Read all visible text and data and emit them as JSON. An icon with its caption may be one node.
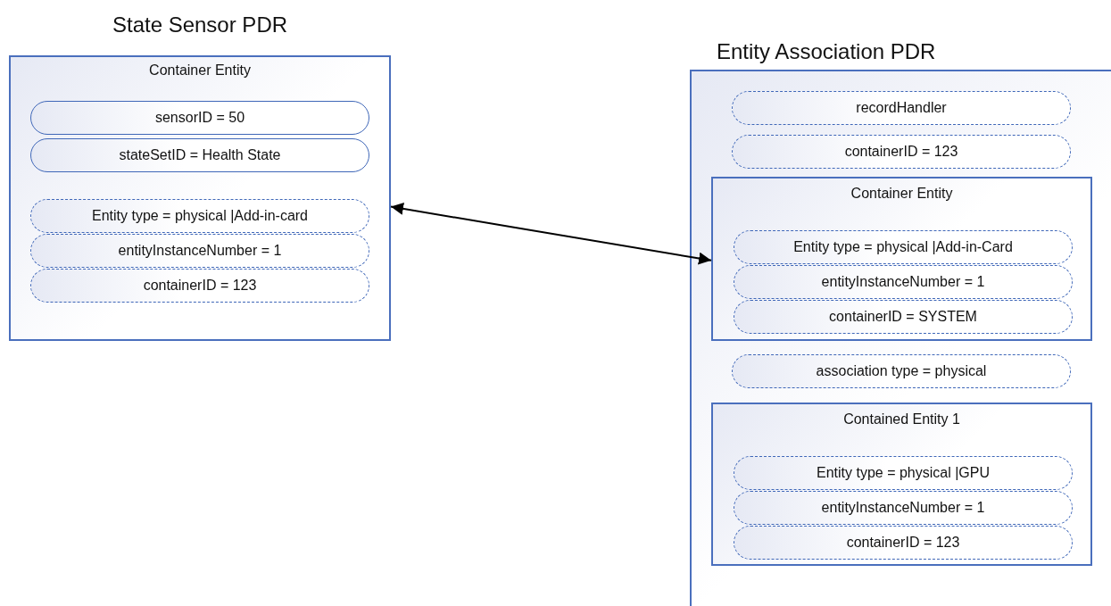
{
  "diagram": {
    "nodes": [
      {
        "text": [
          "State Sensor PDR",
          "Container Entity"
        ]
      },
      {
        "text": [
          "sensorID = 50"
        ],
        "in": 0
      },
      {
        "text": [
          "stateSetID = Health State"
        ],
        "in": 0
      },
      {
        "text": [
          "Entity type = physical |Add-in-card"
        ],
        "in": 0
      },
      {
        "text": [
          "entityInstanceNumber = 1"
        ],
        "in": 0
      },
      {
        "text": [
          "containerID = 123"
        ],
        "in": 0
      },
      {
        "text": [
          "Entity Association PDR"
        ]
      },
      {
        "text": [
          "recordHandler"
        ],
        "in": 6
      },
      {
        "text": [
          "containerID = 123"
        ],
        "in": 6
      },
      {
        "text": [
          "Container Entity"
        ],
        "in": 6
      },
      {
        "text": [
          "Entity type = physical |Add-in-Card"
        ],
        "in": 9
      },
      {
        "text": [
          "entityInstanceNumber = 1"
        ],
        "in": 9
      },
      {
        "text": [
          "containerID = SYSTEM"
        ],
        "in": 9
      },
      {
        "text": [
          "association type = physical"
        ],
        "in": 6
      },
      {
        "text": [
          "Contained Entity 1"
        ],
        "in": 6
      },
      {
        "text": [
          "Entity type = physical |GPU"
        ],
        "in": 14
      },
      {
        "text": [
          "entityInstanceNumber = 1"
        ],
        "in": 14
      },
      {
        "text": [
          "containerID = 123"
        ],
        "in": 14
      }
    ],
    "edges": [
      {
        "from": 0,
        "to": 9,
        "arrow": "both"
      }
    ]
  }
}
